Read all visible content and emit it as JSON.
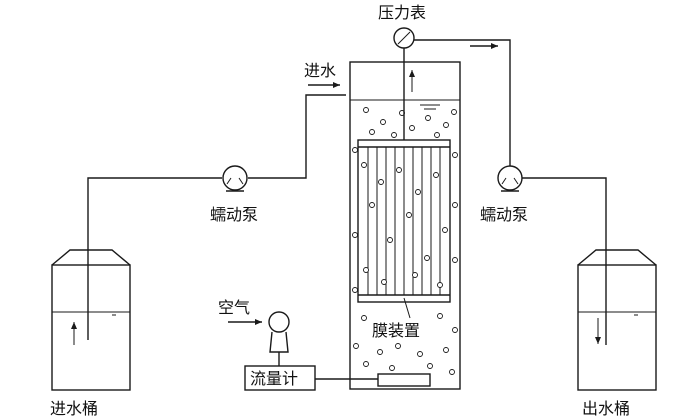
{
  "labels": {
    "inlet_tank": "进水桶",
    "outlet_tank": "出水桶",
    "water_in": "进水",
    "pressure_gauge": "压力表",
    "pump_left": "蠕动泵",
    "pump_right": "蠕动泵",
    "air": "空气",
    "flowmeter": "流量计",
    "membrane": "膜装置"
  }
}
